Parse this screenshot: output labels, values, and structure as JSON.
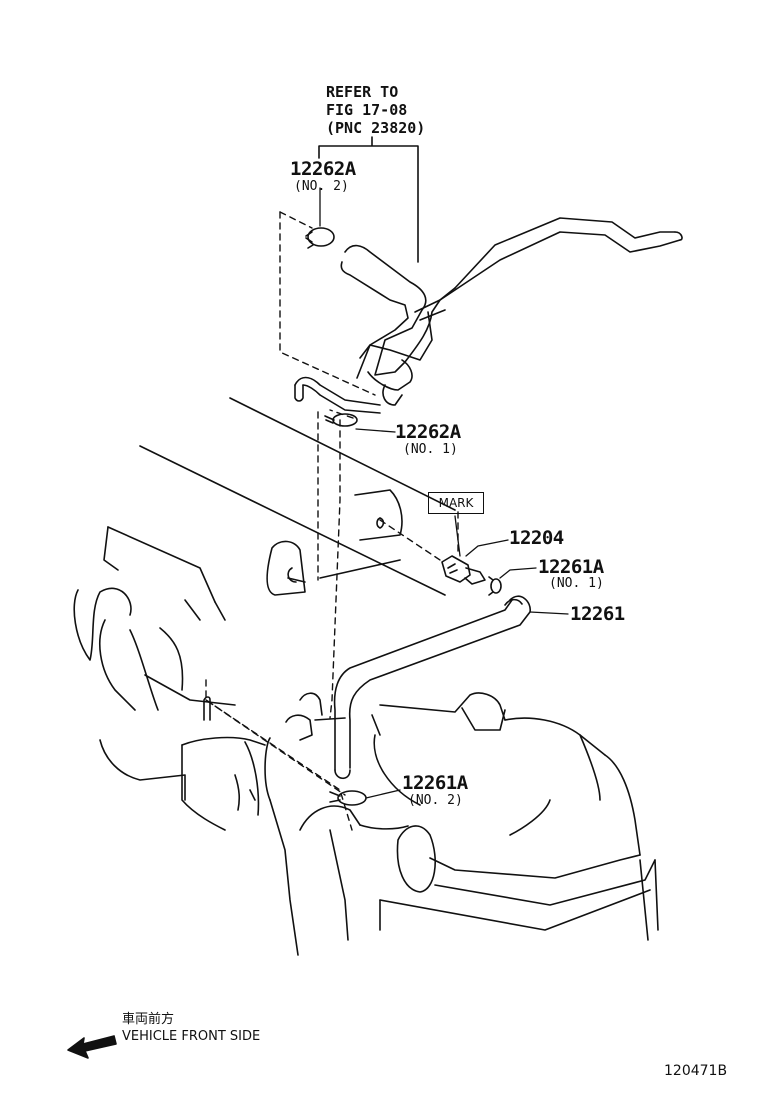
{
  "reference": {
    "line1": "REFER TO",
    "line2": "FIG 17-08",
    "line3": "(PNC 23820)"
  },
  "parts": [
    {
      "id": "clamp_no2_top",
      "number": "12262A",
      "qualifier": "(NO. 2)"
    },
    {
      "id": "clamp_no1_top",
      "number": "12262A",
      "qualifier": "(NO. 1)"
    },
    {
      "id": "pcv_valve",
      "number": "12204"
    },
    {
      "id": "clamp_no1_valve",
      "number": "12261A",
      "qualifier": "(NO. 1)"
    },
    {
      "id": "hose",
      "number": "12261"
    },
    {
      "id": "clamp_no2_bottom",
      "number": "12261A",
      "qualifier": "(NO. 2)"
    }
  ],
  "mark_label": "MARK",
  "direction": {
    "japanese": "車両前方",
    "english": "VEHICLE FRONT SIDE"
  },
  "diagram_code": "120471B"
}
